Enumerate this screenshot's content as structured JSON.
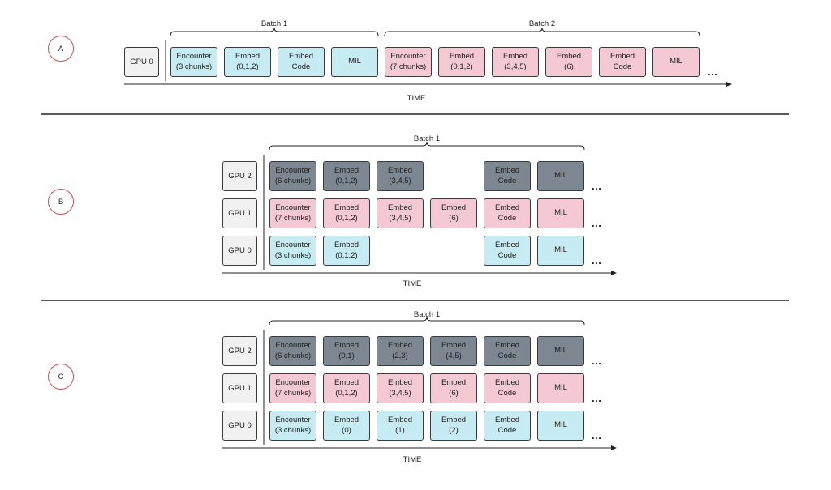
{
  "colors": {
    "cyan": "#c6ebf2",
    "pink": "#f5c9d3",
    "dark": "#7d8791",
    "circle_border": "#d24b4b",
    "gpu_fill": "#f1f1f1"
  },
  "panels": [
    {
      "id": "A",
      "label": "A",
      "time_label": "TIME",
      "ellipsis": "...",
      "batches": [
        {
          "label": "Batch 1",
          "span": [
            0,
            3
          ]
        },
        {
          "label": "Batch 2",
          "span": [
            4,
            9
          ]
        }
      ],
      "rows": [
        {
          "gpu": "GPU 0",
          "cells": [
            {
              "col": 0,
              "text": "Encounter\n(3 chunks)",
              "color": "cyan"
            },
            {
              "col": 1,
              "text": "Embed\n(0,1,2)",
              "color": "cyan"
            },
            {
              "col": 2,
              "text": "Embed\nCode",
              "color": "cyan"
            },
            {
              "col": 3,
              "text": "MIL",
              "color": "cyan"
            },
            {
              "col": 4,
              "text": "Encounter\n(7 chunks)",
              "color": "pink"
            },
            {
              "col": 5,
              "text": "Embed\n(0,1,2)",
              "color": "pink"
            },
            {
              "col": 6,
              "text": "Embed\n(3,4,5)",
              "color": "pink"
            },
            {
              "col": 7,
              "text": "Embed\n(6)",
              "color": "pink"
            },
            {
              "col": 8,
              "text": "Embed\nCode",
              "color": "pink"
            },
            {
              "col": 9,
              "text": "MIL",
              "color": "pink"
            }
          ]
        }
      ]
    },
    {
      "id": "B",
      "label": "B",
      "time_label": "TIME",
      "ellipsis": "...",
      "batches": [
        {
          "label": "Batch 1",
          "span": [
            0,
            5
          ]
        }
      ],
      "rows": [
        {
          "gpu": "GPU 2",
          "cells": [
            {
              "col": 0,
              "text": "Encounter\n(6 chunks)",
              "color": "dark"
            },
            {
              "col": 1,
              "text": "Embed\n(0,1,2)",
              "color": "dark"
            },
            {
              "col": 2,
              "text": "Embed\n(3,4,5)",
              "color": "dark"
            },
            {
              "col": 4,
              "text": "Embed\nCode",
              "color": "dark"
            },
            {
              "col": 5,
              "text": "MIL",
              "color": "dark"
            }
          ]
        },
        {
          "gpu": "GPU 1",
          "cells": [
            {
              "col": 0,
              "text": "Encounter\n(7 chunks)",
              "color": "pink"
            },
            {
              "col": 1,
              "text": "Embed\n(0,1,2)",
              "color": "pink"
            },
            {
              "col": 2,
              "text": "Embed\n(3,4,5)",
              "color": "pink"
            },
            {
              "col": 3,
              "text": "Embed\n(6)",
              "color": "pink"
            },
            {
              "col": 4,
              "text": "Embed\nCode",
              "color": "pink"
            },
            {
              "col": 5,
              "text": "MIL",
              "color": "pink"
            }
          ]
        },
        {
          "gpu": "GPU 0",
          "cells": [
            {
              "col": 0,
              "text": "Encounter\n(3 chunks)",
              "color": "cyan"
            },
            {
              "col": 1,
              "text": "Embed\n(0,1,2)",
              "color": "cyan"
            },
            {
              "col": 4,
              "text": "Embed\nCode",
              "color": "cyan"
            },
            {
              "col": 5,
              "text": "MIL",
              "color": "cyan"
            }
          ]
        }
      ]
    },
    {
      "id": "C",
      "label": "C",
      "time_label": "TIME",
      "ellipsis": "...",
      "batches": [
        {
          "label": "Batch 1",
          "span": [
            0,
            5
          ]
        }
      ],
      "rows": [
        {
          "gpu": "GPU 2",
          "cells": [
            {
              "col": 0,
              "text": "Encounter\n(6 chunks)",
              "color": "dark"
            },
            {
              "col": 1,
              "text": "Embed\n(0,1)",
              "color": "dark"
            },
            {
              "col": 2,
              "text": "Embed\n(2,3)",
              "color": "dark"
            },
            {
              "col": 3,
              "text": "Embed\n(4,5)",
              "color": "dark"
            },
            {
              "col": 4,
              "text": "Embed\nCode",
              "color": "dark"
            },
            {
              "col": 5,
              "text": "MIL",
              "color": "dark"
            }
          ]
        },
        {
          "gpu": "GPU 1",
          "cells": [
            {
              "col": 0,
              "text": "Encounter\n(7 chunks)",
              "color": "pink"
            },
            {
              "col": 1,
              "text": "Embed\n(0,1,2)",
              "color": "pink"
            },
            {
              "col": 2,
              "text": "Embed\n(3,4,5)",
              "color": "pink"
            },
            {
              "col": 3,
              "text": "Embed\n(6)",
              "color": "pink"
            },
            {
              "col": 4,
              "text": "Embed\nCode",
              "color": "pink"
            },
            {
              "col": 5,
              "text": "MIL",
              "color": "pink"
            }
          ]
        },
        {
          "gpu": "GPU 0",
          "cells": [
            {
              "col": 0,
              "text": "Encounter\n(3 chunks)",
              "color": "cyan"
            },
            {
              "col": 1,
              "text": "Embed\n(0)",
              "color": "cyan"
            },
            {
              "col": 2,
              "text": "Embed\n(1)",
              "color": "cyan"
            },
            {
              "col": 3,
              "text": "Embed\n(2)",
              "color": "cyan"
            },
            {
              "col": 4,
              "text": "Embed\nCode",
              "color": "cyan"
            },
            {
              "col": 5,
              "text": "MIL",
              "color": "cyan"
            }
          ]
        }
      ]
    }
  ]
}
